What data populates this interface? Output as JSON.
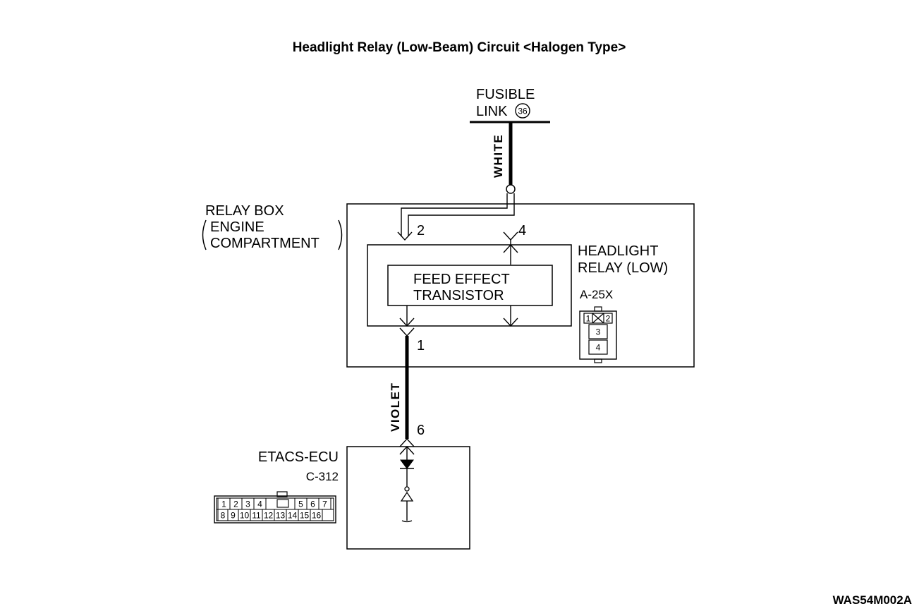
{
  "title": "Headlight Relay (Low-Beam) Circuit <Halogen Type>",
  "fusible_link": {
    "line1": "FUSIBLE",
    "line2": "LINK",
    "number": "36"
  },
  "wires": {
    "upper_color": "WHITE",
    "lower_color": "VIOLET"
  },
  "relay_box": {
    "line1": "RELAY BOX",
    "line2": "ENGINE",
    "line3": "COMPARTMENT"
  },
  "headlight_relay": {
    "line1": "HEADLIGHT",
    "line2": "RELAY (LOW)",
    "connector": "A-25X"
  },
  "transistor": {
    "line1": "FEED EFFECT",
    "line2": "TRANSISTOR"
  },
  "terminals": {
    "t2": "2",
    "t4": "4",
    "t1": "1",
    "t6": "6"
  },
  "relay_connector_pins": {
    "p1": "1",
    "p2": "2",
    "p3": "3",
    "p4": "4"
  },
  "etacs": {
    "name": "ETACS-ECU",
    "connector": "C-312",
    "pins_top": [
      "1",
      "2",
      "3",
      "4",
      "5",
      "6",
      "7"
    ],
    "pins_bottom": [
      "8",
      "9",
      "10",
      "11",
      "12",
      "13",
      "14",
      "15",
      "16"
    ]
  },
  "figure_code": "WAS54M002A"
}
